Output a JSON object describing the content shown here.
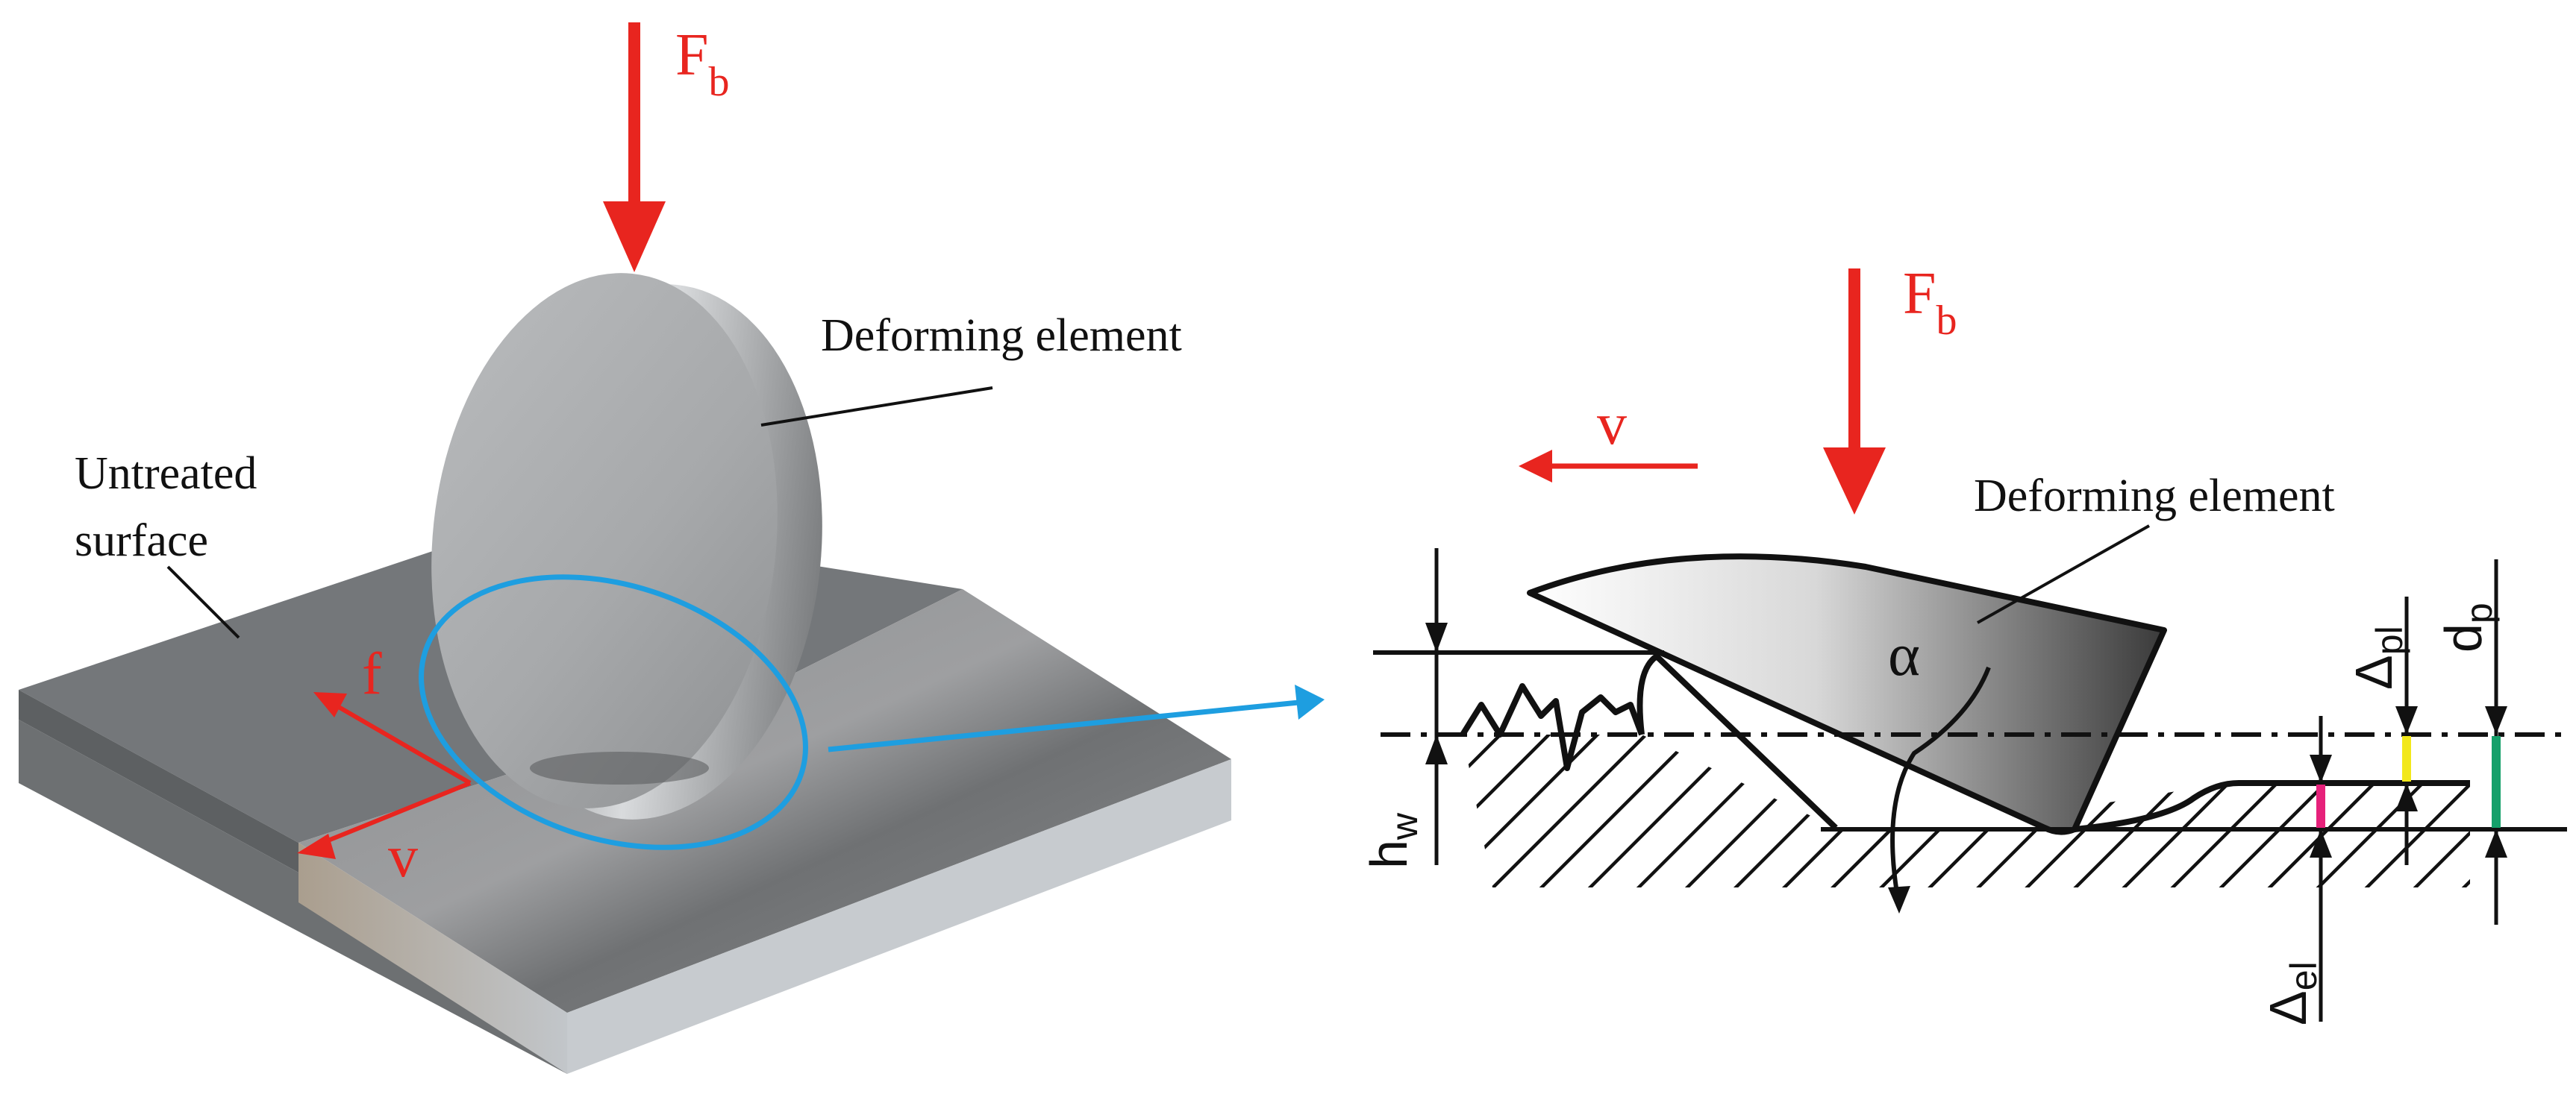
{
  "left": {
    "force_label": "F",
    "force_sub": "b",
    "element_label": "Deforming element",
    "untreated_line1": "Untreated",
    "untreated_line2": "surface",
    "feed_label": "f",
    "velocity_label": "v"
  },
  "right": {
    "force_label": "F",
    "force_sub": "b",
    "velocity_label": "v",
    "element_label": "Deforming element",
    "angle_label": "α",
    "hw_main": "h",
    "hw_sub": "w",
    "dp_main": "d",
    "dp_sub": "p",
    "dpl_main": "Δ",
    "dpl_sub": "pl",
    "del_main": "Δ",
    "del_sub": "el"
  },
  "colors": {
    "force_arrow": "#e8251f",
    "zoom_ellipse": "#1e9ee0",
    "delta_el_marker": "#e6207a",
    "delta_pl_marker": "#f2e81a",
    "d_p_marker": "#15a06a"
  }
}
